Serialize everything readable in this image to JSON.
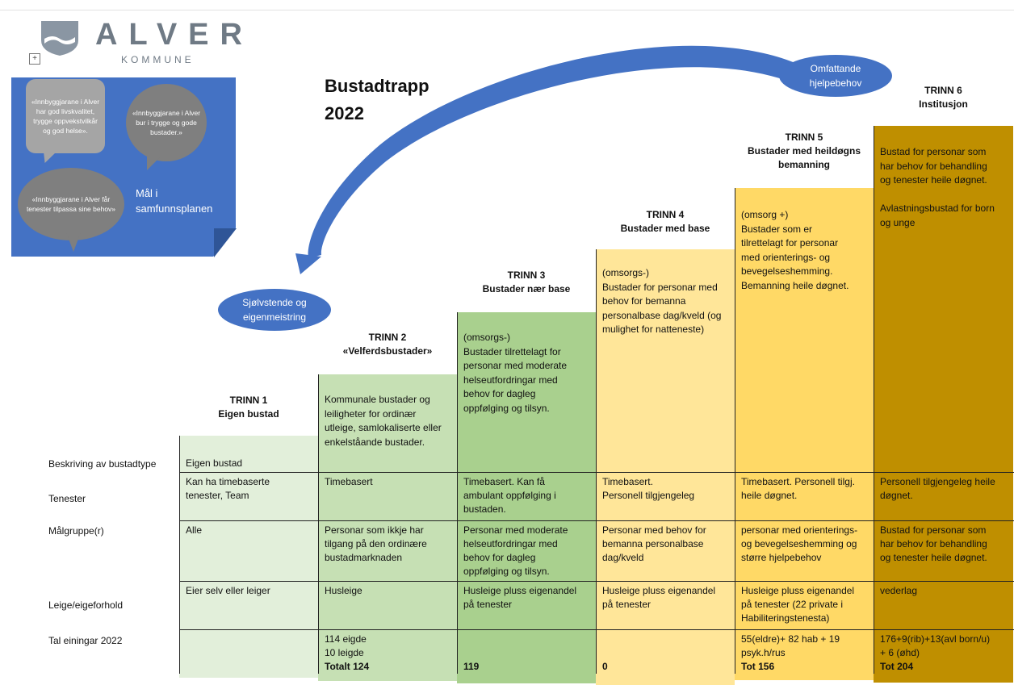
{
  "logo": {
    "word": "ALVER",
    "sub": "KOMMUNE",
    "handle": "+"
  },
  "goals": {
    "bubble1": "«Innbyggjarane i Alver har god livskvalitet, trygge oppvekstvilkår og god helse».",
    "bubble2": "«Innbyggjarane i Alver bur i trygge og gode bustader.»",
    "bubble3": "«Innbyggjarane i Alver får tenester tilpassa sine behov»",
    "panel_text_1": "Mål i",
    "panel_text_2": "samfunnsplanen"
  },
  "title": {
    "line1": "Bustadtrapp",
    "line2": "2022"
  },
  "ellipses": {
    "low_1": "Sjølvstende og",
    "low_2": "eigenmeistring",
    "high_1": "Omfattande",
    "high_2": "hjelpebehov"
  },
  "steps": [
    {
      "trinn": "TRINN 1",
      "name": "Eigen bustad"
    },
    {
      "trinn": "TRINN 2",
      "name": "«Velferdsbustader»",
      "desc": [
        "Kommunale bustader og",
        "leiligheter for ordinær",
        "utleige, samlokaliserte eller",
        "enkelståande bustader."
      ]
    },
    {
      "trinn": "TRINN 3",
      "name": "Bustader nær base",
      "desc": [
        "(omsorgs-)",
        "Bustader tilrettelagt for",
        "personar med moderate",
        "helseutfordringar med",
        "behov for dagleg",
        "oppfølging og tilsyn."
      ]
    },
    {
      "trinn": "TRINN 4",
      "name": "Bustader med base",
      "desc": [
        "(omsorgs-)",
        "Bustader for personar med",
        "behov for bemanna",
        "personalbase dag/kveld (og",
        "mulighet for natteneste)"
      ]
    },
    {
      "trinn": "TRINN 5",
      "name1": "Bustader med heildøgns",
      "name2": "bemanning",
      "desc": [
        "(omsorg +)",
        "Bustader som er",
        "tilrettelagt for personar",
        "med orienterings- og",
        "bevegelseshemming.",
        "Bemanning heile døgnet."
      ]
    },
    {
      "trinn": "TRINN 6",
      "name": "Institusjon",
      "desc": [
        "Bustad for personar som",
        "har behov for behandling",
        "og tenester heile døgnet.",
        "",
        "Avlastningsbustad for born",
        "og unge"
      ]
    }
  ],
  "table": {
    "row_labels": [
      "Beskriving av bustadtype",
      "Tenester",
      "Målgruppe(r)",
      "Leige/eigeforhold",
      "Tal einingar 2022"
    ],
    "beskriving": {
      "c1": "Eigen bustad"
    },
    "tenester": {
      "c1": [
        "Kan ha timebaserte",
        "tenester, Team"
      ],
      "c2": [
        "Timebasert"
      ],
      "c3": [
        "Timebasert. Kan få",
        "ambulant oppfølging i",
        "bustaden."
      ],
      "c4": [
        "Timebasert.",
        "Personell tilgjengeleg"
      ],
      "c5": [
        "Timebasert. Personell tilgj.",
        "heile døgnet."
      ],
      "c6": [
        "Personell tilgjengeleg heile",
        "døgnet."
      ]
    },
    "malgruppe": {
      "c1": [
        "Alle"
      ],
      "c2": [
        "Personar som ikkje har",
        "tilgang på den ordinære",
        "bustadmarknaden"
      ],
      "c3": [
        "Personar med moderate",
        "helseutfordringar med",
        "behov for dagleg",
        "oppfølging og tilsyn."
      ],
      "c4": [
        "Personar med behov for",
        "bemanna personalbase",
        "dag/kveld"
      ],
      "c5": [
        "personar med orienterings-",
        "og bevegelseshemming og",
        "større hjelpebehov"
      ],
      "c6": [
        "Bustad for personar som",
        "har behov for behandling",
        "og tenester heile døgnet."
      ]
    },
    "leige": {
      "c1": [
        "Eier selv eller leiger"
      ],
      "c2": [
        "Husleige"
      ],
      "c3": [
        "Husleige pluss eigenandel",
        "på tenester"
      ],
      "c4": [
        "Husleige pluss eigenandel",
        "på tenester"
      ],
      "c5": [
        "Husleige pluss eigenandel",
        "på tenester (22 private i",
        "Habiliteringstenesta)"
      ],
      "c6": [
        "vederlag"
      ]
    },
    "tal": {
      "c2": [
        "114 eigde",
        "10 leigde",
        "Totalt 124"
      ],
      "c3": [
        "119"
      ],
      "c4": [
        "0"
      ],
      "c5": [
        "55(eldre)+ 82 hab + 19",
        "psyk.h/rus",
        "Tot 156"
      ],
      "c6": [
        "176+9(rib)+13(avl born/u)",
        "+ 6 (øhd)",
        "Tot  204"
      ]
    }
  },
  "colors": {
    "step1": "#e2efda",
    "step2": "#c6e0b4",
    "step3": "#a9d08e",
    "step4": "#ffe699",
    "step5": "#ffd966",
    "step6": "#bf8f00",
    "accent_blue": "#4472c4"
  }
}
